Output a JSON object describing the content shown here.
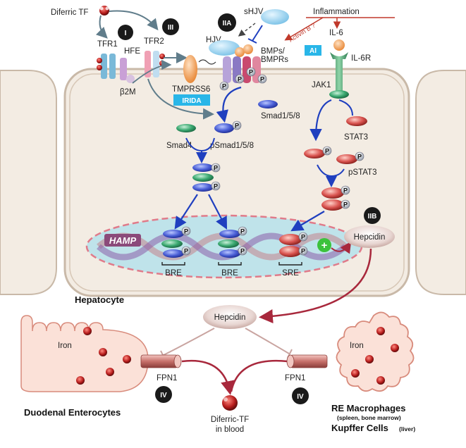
{
  "labels": {
    "diferric_tf": "Diferric TF",
    "tfr1": "TFR1",
    "hfe": "HFE",
    "tfr2": "TFR2",
    "b2m": "β2M",
    "hjv": "HJV",
    "shjv": "sHJV",
    "tmprss6": "TMPRSS6",
    "bmps": "BMPs/",
    "bmprs": "BMPRs",
    "activin": "Activin B ?",
    "inflammation": "Inflammation",
    "il6": "IL-6",
    "il6r": "IL-6R",
    "jak1": "JAK1",
    "stat3": "STAT3",
    "pstat3": "pSTAT3",
    "smad158": "Smad1/5/8",
    "psmad158": "pSmad1/5/8",
    "smad4": "Smad4",
    "hamp": "HAMP",
    "bre1": "BRE",
    "bre2": "BRE",
    "sre": "SRE",
    "hepcidin_cell": "Hepcidin",
    "hepatocyte": "Hepatocyte",
    "hepcidin_blood": "Hepcidin",
    "iron_left": "Iron",
    "iron_right": "Iron",
    "fpn1_left": "FPN1",
    "fpn1_right": "FPN1",
    "duodenal": "Duodenal Enterocytes",
    "diferric_blood_1": "Diferric-TF",
    "diferric_blood_2": "in blood",
    "re_macro": "RE Macrophages",
    "re_sub": "(spleen, bone marrow)",
    "kupffer": "Kupffer Cells",
    "kupffer_sub": "(liver)",
    "p": "P",
    "plus": "+"
  },
  "badges": {
    "I": "I",
    "III": "III",
    "IIA": "IIA",
    "IIB": "IIB",
    "IV_left": "IV",
    "IV_right": "IV",
    "IRIDA": "IRIDA",
    "AI": "AI"
  },
  "colors": {
    "smad_blue": "#3a4fc8",
    "smad4_green": "#3aa870",
    "stat_red": "#d9534f",
    "arrow_blue": "#1f3fbf",
    "hepcidin_arrow": "#a8283c",
    "badge_black": "#1a1a1a",
    "tag_cyan": "#29b6e8",
    "nucleus_fill": "#bfe3ea",
    "nucleus_border": "#e07b8a",
    "cell_fill": "#f3ece3",
    "enterocyte_fill": "#fbe1d8",
    "iron_red": "#b71c1c",
    "plus_green": "#3cc23c"
  }
}
